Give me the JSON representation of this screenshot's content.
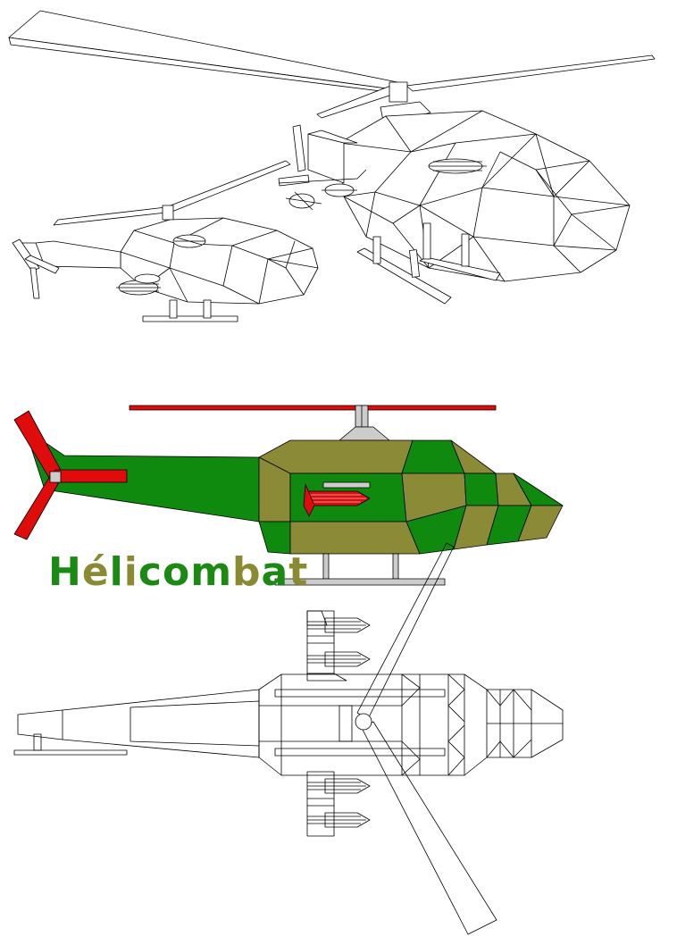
{
  "title": {
    "full": "Hélicombat",
    "letters": [
      {
        "ch": "H",
        "color": "#1b8a12"
      },
      {
        "ch": "é",
        "color": "#8a8a33"
      },
      {
        "ch": "l",
        "color": "#1b8a12"
      },
      {
        "ch": "i",
        "color": "#8a8a33"
      },
      {
        "ch": "c",
        "color": "#1b8a12"
      },
      {
        "ch": "o",
        "color": "#1b8a12"
      },
      {
        "ch": "m",
        "color": "#1b8a12"
      },
      {
        "ch": "b",
        "color": "#8a8a33"
      },
      {
        "ch": "a",
        "color": "#1b8a12"
      },
      {
        "ch": "t",
        "color": "#8a8a33"
      }
    ]
  },
  "colors": {
    "camo_green": "#0f8a0f",
    "camo_olive": "#8a8a37",
    "rotor_red": "#e00b0b",
    "hub_gray": "#cccccc",
    "wire_black": "#000000",
    "background": "#ffffff"
  },
  "views": [
    "wireframe-perspective",
    "side-profile-colored",
    "top-plan-wireframe"
  ]
}
